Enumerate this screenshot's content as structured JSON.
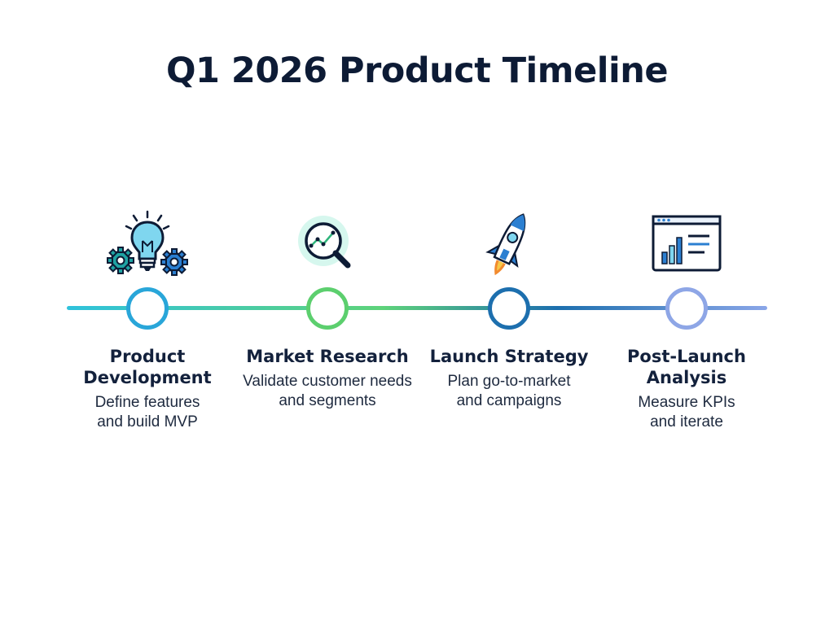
{
  "title": "Q1 2026 Product Timeline",
  "colors": {
    "line_start": "#2fc2dc",
    "line_mid": "#5ed37a",
    "line_end": "#8aa6e8",
    "node_1": "#29a6d9",
    "node_2": "#5ccf6e",
    "node_3": "#1d6fae",
    "node_4": "#8ea6e6",
    "text": "#0d1b35"
  },
  "stages": [
    {
      "title": "Product\nDevelopment",
      "description": "Define features\nand build MVP",
      "icon": "lightbulb-gears-icon"
    },
    {
      "title": "Market Research",
      "description": "Validate customer needs\nand segments",
      "icon": "magnifier-chart-icon"
    },
    {
      "title": "Launch Strategy",
      "description": "Plan go-to-market\nand campaigns",
      "icon": "rocket-icon"
    },
    {
      "title": "Post-Launch\nAnalysis",
      "description": "Measure KPIs\nand iterate",
      "icon": "analytics-dashboard-icon"
    }
  ]
}
